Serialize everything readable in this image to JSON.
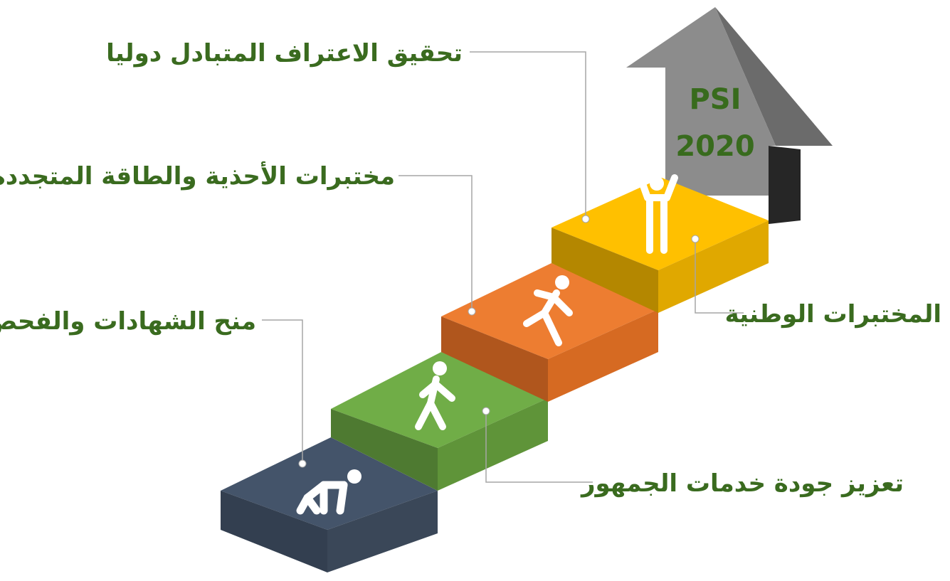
{
  "arrow": {
    "line1": "PSI",
    "line2": "2020"
  },
  "labels": {
    "top": "تحقيق الاعتراف المتبادل دوليا",
    "upper_left": "مختبرات الأحذية والطاقة المتجددة",
    "national_labs": "المختبرات الوطنية",
    "lower_left": "منح الشهادات والفحص",
    "public_services": "تعزيز جودة خدمات الجمهور"
  },
  "steps": [
    {
      "icon": "crouching-runner-icon",
      "color": "#44546a"
    },
    {
      "icon": "walking-person-icon",
      "color": "#70ad47"
    },
    {
      "icon": "running-person-icon",
      "color": "#ed7d31"
    },
    {
      "icon": "celebrating-person-icon",
      "color": "#ffc000"
    }
  ],
  "colors": {
    "label_text": "#3a6b1f",
    "leader_line": "#a6a6a6",
    "arrow": "#8c8c8c"
  }
}
